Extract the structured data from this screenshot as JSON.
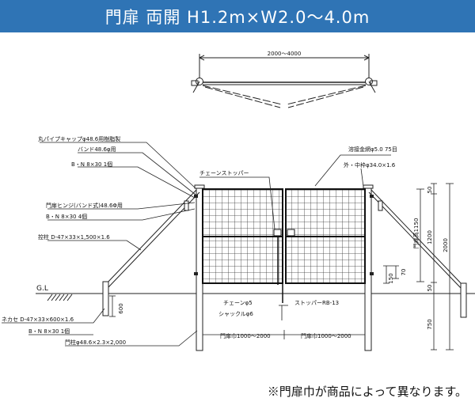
{
  "header": {
    "title": "門扉 両開 H1.2m×W2.0〜4.0m"
  },
  "plan": {
    "width_dim": "2000〜4000"
  },
  "labels": {
    "cap": "丸パイプキャップφ48.6用樹脂製",
    "band": "バンド48.6φ用",
    "band_bolt": "B・N 8×30 1個",
    "hinge": "門扉ヒンジ(バンド式)48.6Φ用",
    "hinge_bolt": "B・N 8×30 4個",
    "brace": "控柱 D-47×33×1,500×1.6",
    "gl": "G.L",
    "nekase": "ネカセ D-47×33×600×1.6",
    "nekase_bolt": "B・N 8×30 1個",
    "post": "門柱φ48.6×2.3×2,000",
    "chain_stopper": "チェーンストッパー",
    "mesh": "溶接金網φ5.0 75目",
    "frame": "外・中枠φ34.0×1.6",
    "chain": "チェーンφ5",
    "shackle": "シャックルφ6",
    "stopper": "ストッパーRB-13",
    "gate_width_left": "門扉巾1000〜2000",
    "gate_width_right": "門扉巾1000〜2000"
  },
  "dims": {
    "gate_height": "門扉高1150",
    "d50_top": "50",
    "d1200": "1200",
    "d2000": "2000",
    "d50_bottom": "50",
    "d70": "70",
    "d150": "150",
    "d600": "600",
    "d750": "750"
  },
  "footer": {
    "note": "※門扉巾が商品によって異なります。"
  }
}
